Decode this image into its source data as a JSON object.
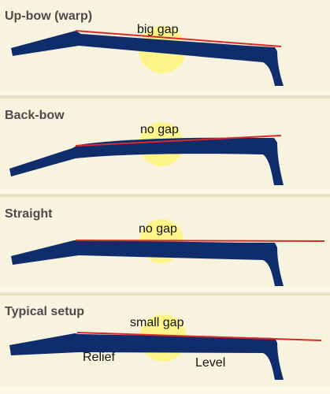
{
  "panels": [
    {
      "title": "Up-bow (warp)",
      "gap_label": "big gap"
    },
    {
      "title": "Back-bow",
      "gap_label": "no gap"
    },
    {
      "title": "Straight",
      "gap_label": "no gap"
    },
    {
      "title": "Typical setup",
      "gap_label": "small gap",
      "relief_label": "Relief",
      "level_label": "Level"
    }
  ],
  "colors": {
    "background": "#fbf8e8",
    "neck": "#0f2d6b",
    "straightedge": "#d92a2a",
    "highlight": "#fff48a"
  }
}
